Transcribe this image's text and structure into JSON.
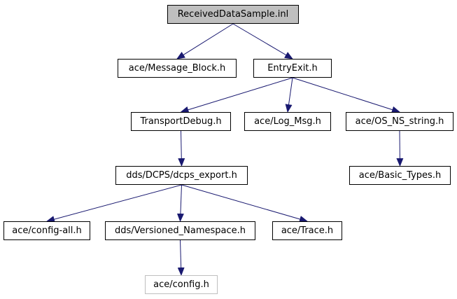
{
  "graph": {
    "edge_color": "#191970",
    "root_fill": "#bfbfbf",
    "external_border": "#bfbfbf",
    "nodes": {
      "received_data_sample": "ReceivedDataSample.inl",
      "message_block": "ace/Message_Block.h",
      "entry_exit": "EntryExit.h",
      "transport_debug": "TransportDebug.h",
      "log_msg": "ace/Log_Msg.h",
      "os_ns_string": "ace/OS_NS_string.h",
      "dcps_export": "dds/DCPS/dcps_export.h",
      "basic_types": "ace/Basic_Types.h",
      "config_all": "ace/config-all.h",
      "versioned_namespace": "dds/Versioned_Namespace.h",
      "trace": "ace/Trace.h",
      "config": "ace/config.h"
    },
    "edges": [
      [
        "received_data_sample",
        "message_block"
      ],
      [
        "received_data_sample",
        "entry_exit"
      ],
      [
        "entry_exit",
        "transport_debug"
      ],
      [
        "entry_exit",
        "log_msg"
      ],
      [
        "entry_exit",
        "os_ns_string"
      ],
      [
        "transport_debug",
        "dcps_export"
      ],
      [
        "os_ns_string",
        "basic_types"
      ],
      [
        "dcps_export",
        "config_all"
      ],
      [
        "dcps_export",
        "versioned_namespace"
      ],
      [
        "dcps_export",
        "trace"
      ],
      [
        "versioned_namespace",
        "config"
      ]
    ]
  }
}
